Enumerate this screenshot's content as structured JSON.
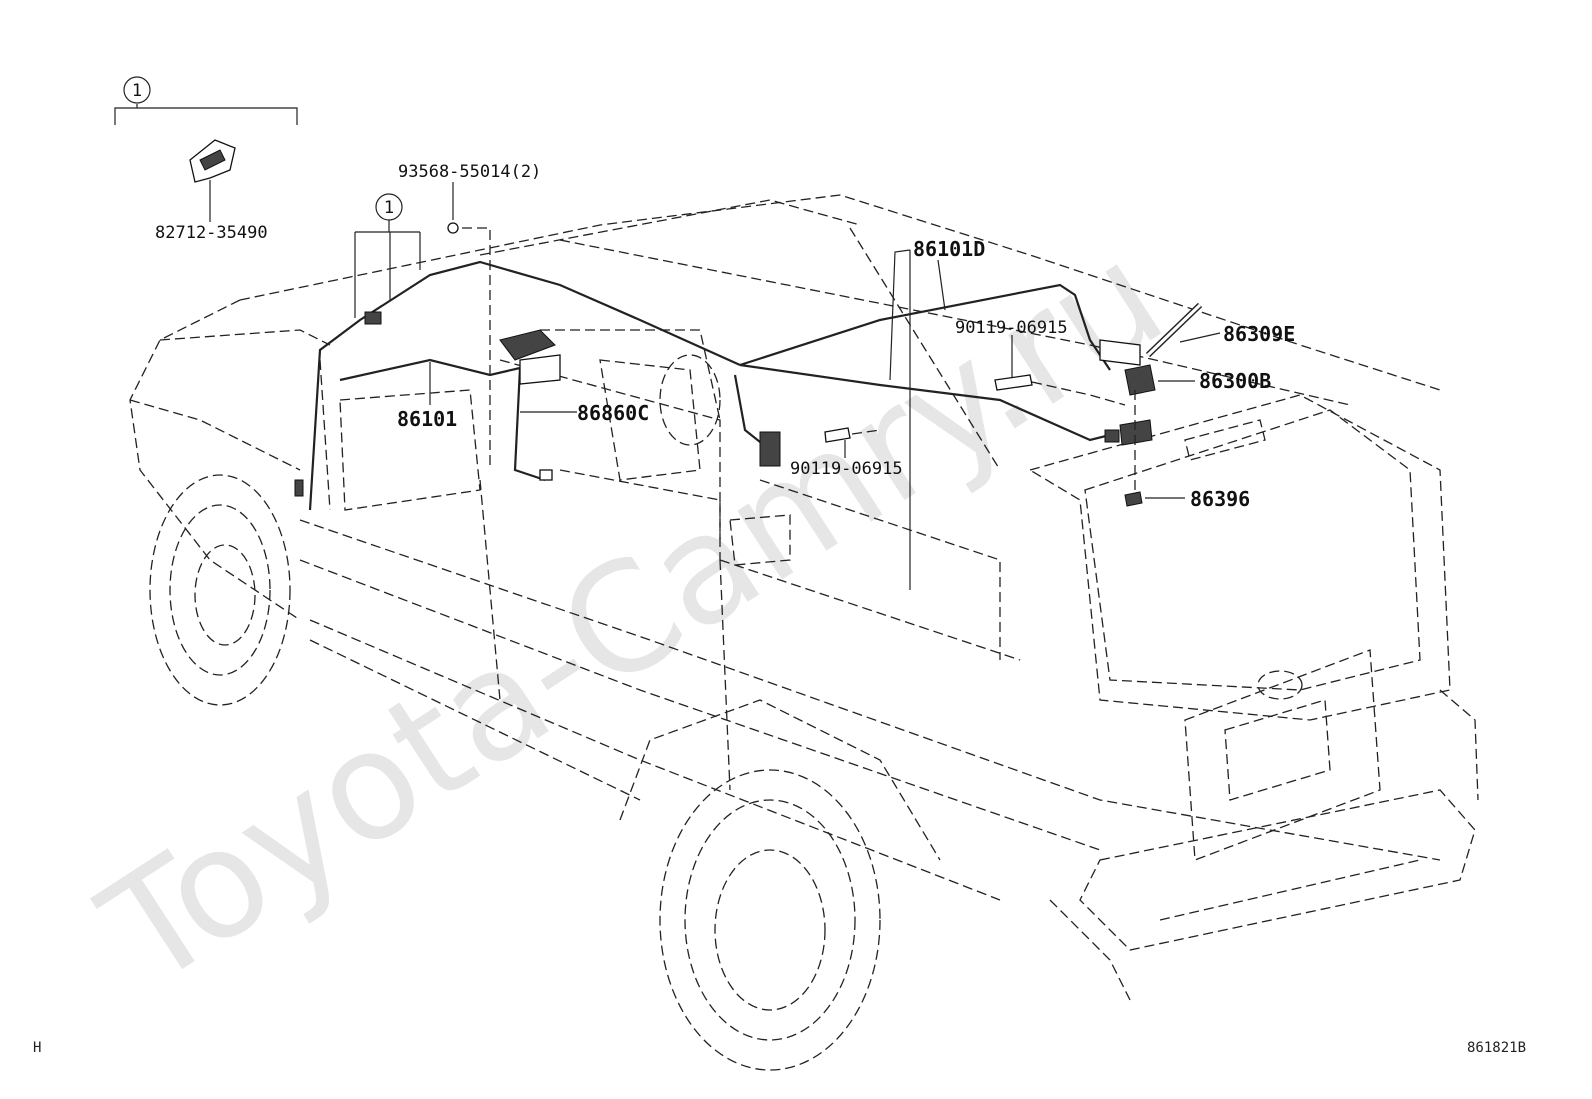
{
  "watermark": "Toyota-Camry.ru",
  "callouts": {
    "ref_circle_a": "1",
    "ref_circle_b": "1",
    "p_82712_35490": "82712-35490",
    "p_93568_55014": "93568-55014(2)",
    "p_86101D": "86101D",
    "p_90119_06915_top": "90119-06915",
    "p_86309E": "86309E",
    "p_86300B": "86300B",
    "p_86101": "86101",
    "p_86860C": "86860C",
    "p_90119_06915_bottom": "90119-06915",
    "p_86396": "86396"
  },
  "footer": {
    "left_code": "H",
    "right_code": "861821B"
  }
}
